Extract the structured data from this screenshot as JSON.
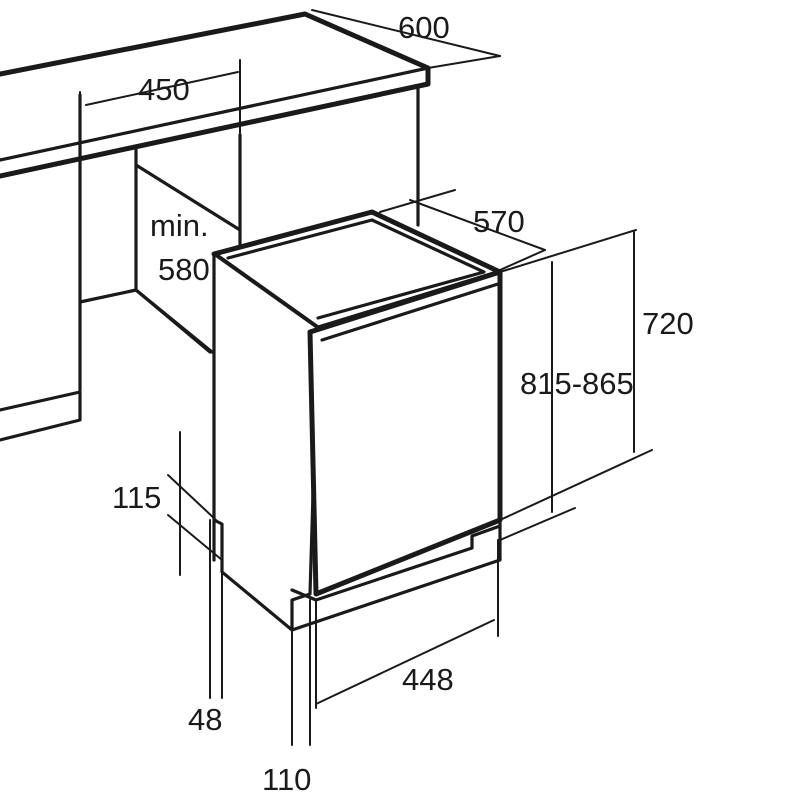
{
  "dimensions": {
    "countertop_depth": "600",
    "niche_width": "450",
    "niche_depth_label": "min.",
    "niche_depth_value": "580",
    "appliance_depth": "570",
    "niche_height": "720",
    "appliance_height": "815-865",
    "plinth_height": "115",
    "plinth_offset": "48",
    "door_offset": "110",
    "appliance_width": "448"
  }
}
